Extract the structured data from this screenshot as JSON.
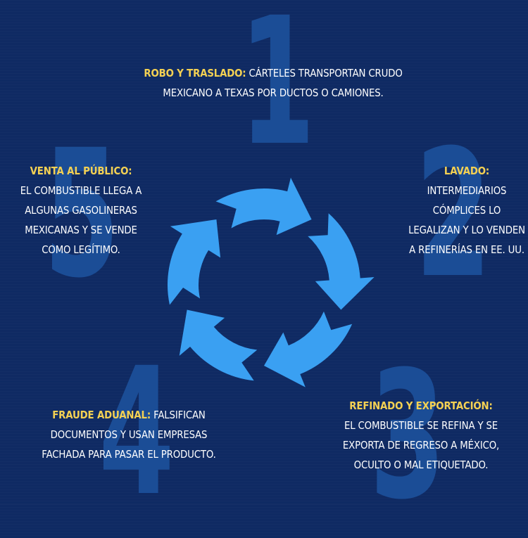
{
  "numbers": [
    "1",
    "2",
    "3",
    "4",
    "5"
  ],
  "colors": {
    "background": "#0f2a63",
    "number": "#1b4d96",
    "arrow": "#3aa0f2",
    "highlight": "#f4d153",
    "text": "#ffffff"
  },
  "steps": [
    {
      "title": "ROBO Y TRASLADO:",
      "lines": [
        "CÁRTELES TRANSPORTAN CRUDO",
        "MEXICANO A TEXAS POR DUCTOS O CAMIONES."
      ]
    },
    {
      "title": "LAVADO:",
      "lines": [
        "INTERMEDIARIOS",
        "CÓMPLICES LO",
        "LEGALIZAN Y LO VENDEN",
        "A REFINERÍAS EN EE. UU."
      ]
    },
    {
      "title": "REFINADO Y EXPORTACIÓN:",
      "lines": [
        "EL COMBUSTIBLE SE REFINA Y SE",
        "EXPORTA DE REGRESO A MÉXICO,",
        "OCULTO O MAL ETIQUETADO."
      ]
    },
    {
      "title": "FRAUDE ADUANAL:",
      "lines": [
        "FALSIFICAN",
        "DOCUMENTOS Y USAN EMPRESAS",
        "FACHADA PARA PASAR EL PRODUCTO."
      ]
    },
    {
      "title": "VENTA AL PÚBLICO:",
      "lines": [
        "EL COMBUSTIBLE LLEGA A",
        "ALGUNAS GASOLINERAS",
        "MEXICANAS Y SE VENDE",
        "COMO LEGÍTIMO."
      ]
    }
  ],
  "cycle_icon": "recycle-arrows-icon"
}
